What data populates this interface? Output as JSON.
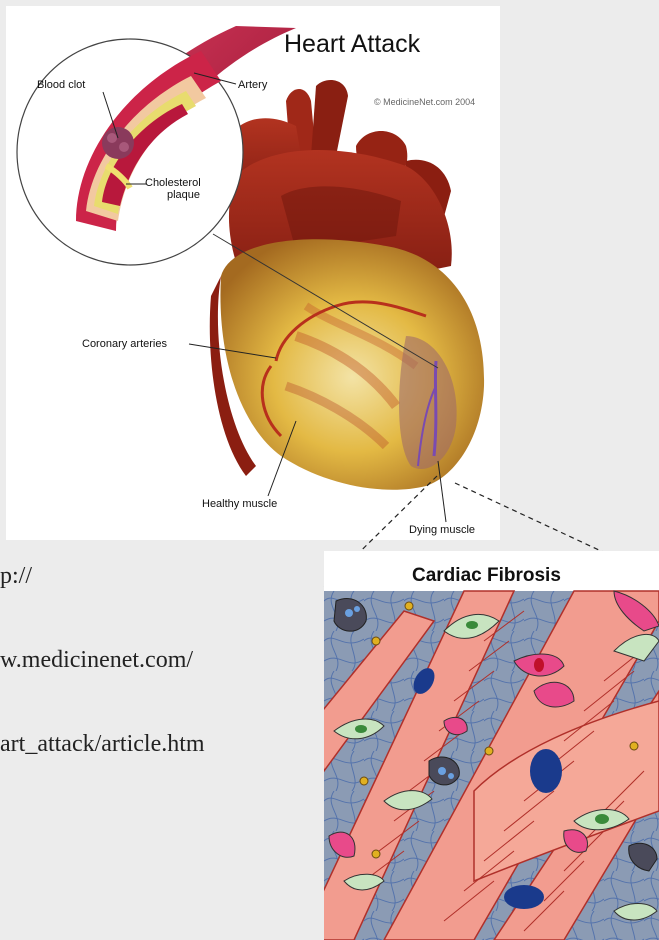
{
  "slide": {
    "url_lines": [
      "p://",
      "w.medicinenet.com/",
      "art_attack/article.htm"
    ]
  },
  "heart_figure": {
    "title": "Heart Attack",
    "copyright": "© MedicineNet.com  2004",
    "labels": {
      "blood_clot": "Blood clot",
      "artery": "Artery",
      "cholesterol": "Cholesterol",
      "plaque": "plaque",
      "coronary_arteries": "Coronary arteries",
      "healthy_muscle": "Healthy muscle",
      "dying_muscle": "Dying muscle"
    }
  },
  "fibrosis_figure": {
    "title": "Cardiac Fibrosis"
  },
  "colors": {
    "background": "#ececec",
    "artery_red": "#c0213f",
    "heart_red": "#9e2417",
    "muscle_yellow": "#e8c24a",
    "fibrosis_bg": "#8b9bb4",
    "cell_pink": "#f29c8f"
  }
}
